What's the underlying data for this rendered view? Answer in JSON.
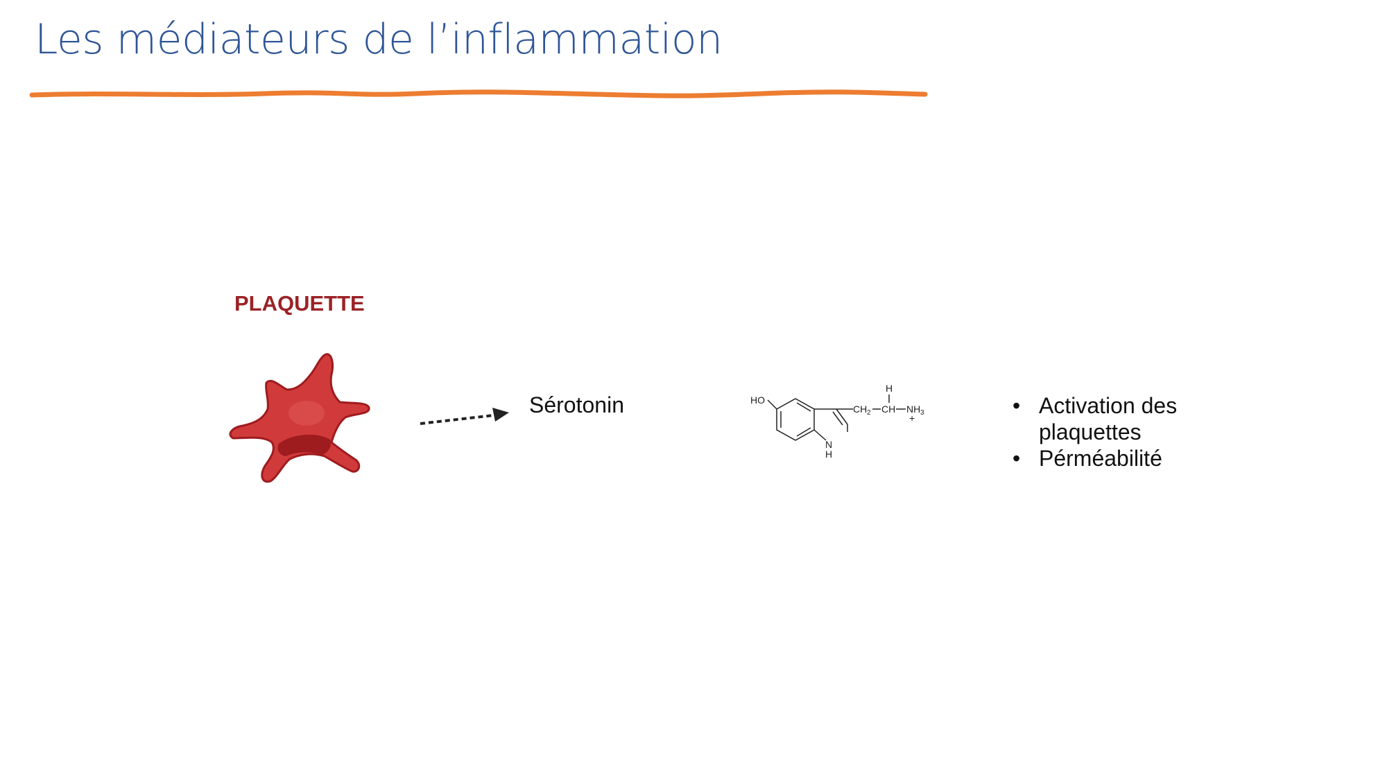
{
  "slide": {
    "title": "Les médiateurs de l’inflammation"
  },
  "diagram": {
    "cell_label": "PLAQUETTE",
    "mediator": "Sérotonin",
    "molecule": {
      "ho": "HO",
      "ring_n": "N",
      "ring_h": "H",
      "top_h": "H",
      "ch2": "CH",
      "ch2_sub": "2",
      "ch": "CH",
      "nh3": "NH",
      "nh3_sub": "3",
      "charge": "+"
    },
    "effects": [
      {
        "bullet": "•",
        "text": "Activation des plaquettes"
      },
      {
        "bullet": "•",
        "text": "Pérméabilité"
      }
    ]
  },
  "colors": {
    "title": "#2f5597",
    "underline": "#ed7d31",
    "cell_label": "#9b2226",
    "platelet_fill": "#d03a3a",
    "platelet_dark": "#9e1b1e",
    "arrow": "#222222"
  }
}
